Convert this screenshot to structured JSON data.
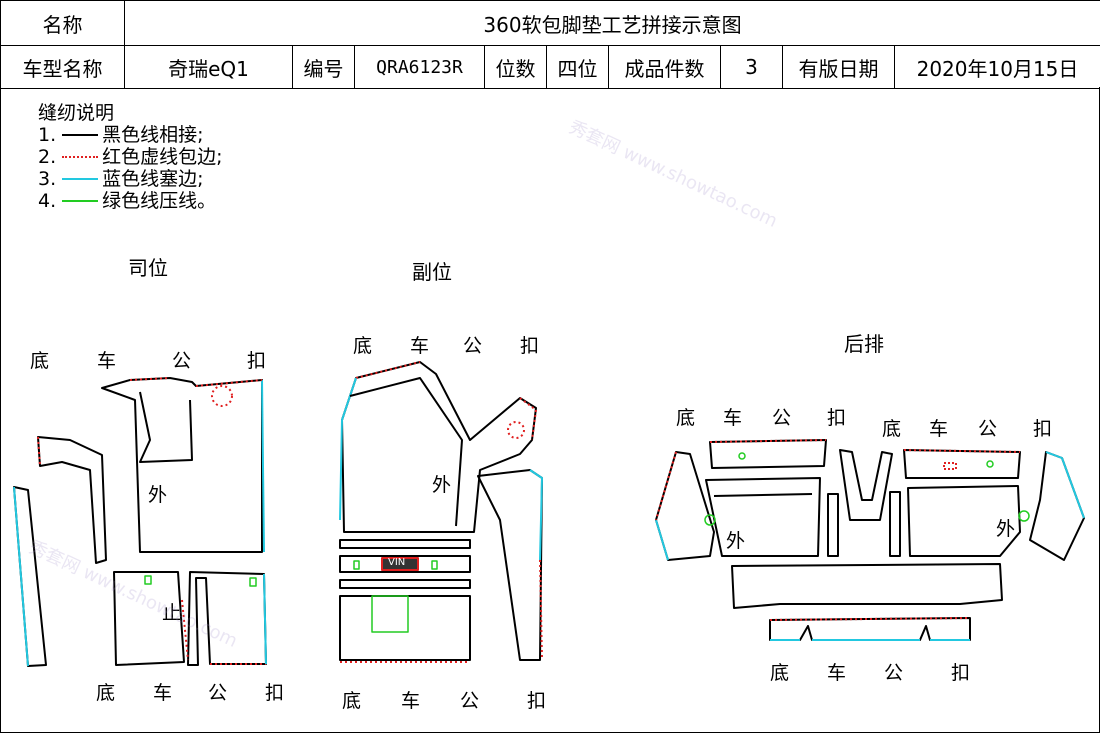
{
  "header": {
    "name_label": "名称",
    "title": "360软包脚垫工艺拼接示意图",
    "model_label": "车型名称",
    "model_value": "奇瑞eQ1",
    "code_label": "编号",
    "code_value": "QRA6123R",
    "position_label": "位数",
    "position_value": "四位",
    "pieces_label": "成品件数",
    "pieces_value": "3",
    "date_label": "有版日期",
    "date_value": "2020年10月15日"
  },
  "legend": {
    "title": "缝纫说明",
    "items": [
      {
        "num": "1.",
        "text": "黑色线相接;",
        "color": "#000000",
        "style": "solid"
      },
      {
        "num": "2.",
        "text": "红色虚线包边;",
        "color": "#e02020",
        "style": "dotted"
      },
      {
        "num": "3.",
        "text": "蓝色线塞边;",
        "color": "#22c8e0",
        "style": "solid"
      },
      {
        "num": "4.",
        "text": "绿色线压线。",
        "color": "#22cc22",
        "style": "solid"
      }
    ]
  },
  "sections": {
    "driver": "司位",
    "passenger": "副位",
    "rear": "后排"
  },
  "fastener_label": [
    "底",
    "车",
    "公",
    "扣"
  ],
  "labels": {
    "outer": "外",
    "stop": "止",
    "vin": "VIN"
  },
  "watermark": "秀套网 www.showtao.com",
  "colors": {
    "black": "#000000",
    "red": "#e02020",
    "cyan": "#22c8e0",
    "green": "#22cc22"
  }
}
